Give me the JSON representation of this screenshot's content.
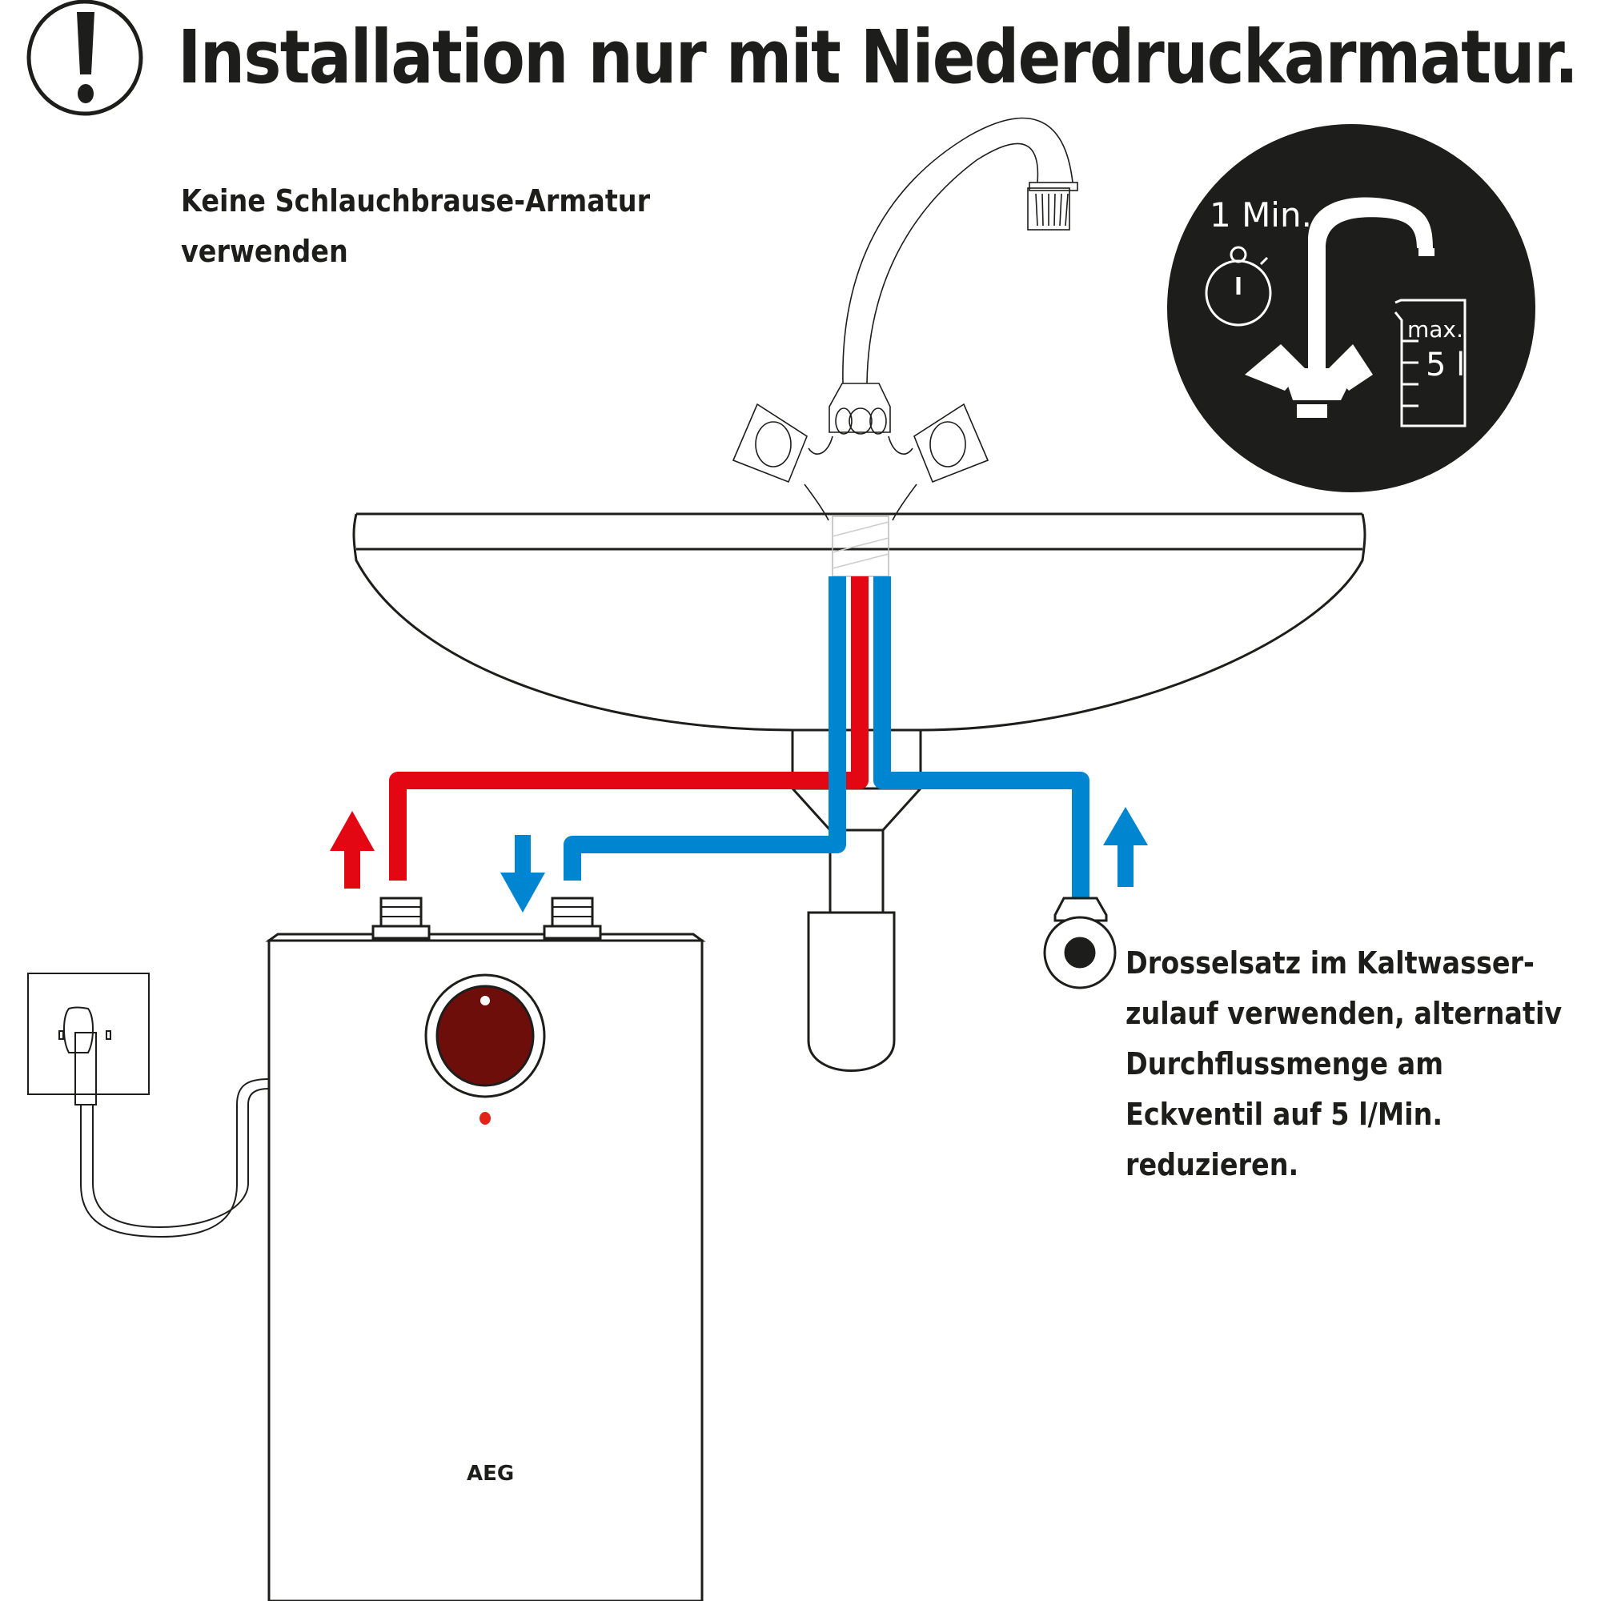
{
  "header": {
    "title": "Installation nur mit Niederdruckarmatur.",
    "warning_icon": "exclamation-circle-icon"
  },
  "notes": {
    "left": [
      "Keine Schlauchbrause-Armatur",
      "verwenden"
    ],
    "right": [
      "Drosselsatz im Kaltwasser-",
      "zulauf verwenden, alternativ",
      "Durchflussmenge am",
      "Eckventil auf 5 l/Min.",
      "reduzieren."
    ]
  },
  "badge": {
    "time_label": "1 Min.",
    "volume_max_label": "max.",
    "volume_value": "5 l",
    "icons": [
      "stopwatch-icon",
      "faucet-icon",
      "measuring-beaker-icon"
    ],
    "background": "#1d1d1b"
  },
  "heater": {
    "brand": "AEG",
    "knob_color": "#6e0e0a",
    "indicator_color": "#e2231a"
  },
  "colors": {
    "hot_pipe": "#e30613",
    "cold_pipe": "#0086d1",
    "line": "#1d1d1b"
  },
  "arrows": {
    "hot_out": "up",
    "cold_in": "down",
    "supply": "up"
  }
}
